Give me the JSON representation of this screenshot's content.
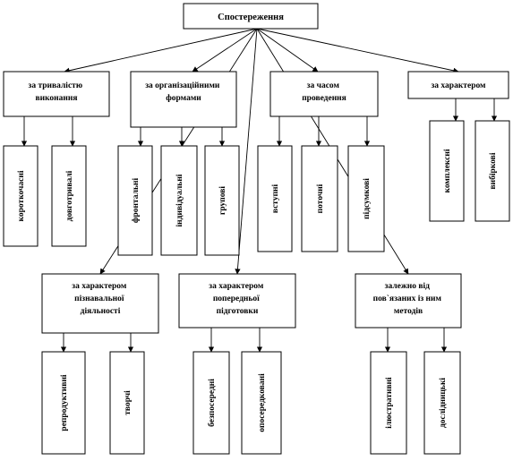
{
  "root": {
    "label": "Спостереження"
  },
  "categories": [
    {
      "id": "duration",
      "lines": [
        "за тривалістю",
        "виконання"
      ]
    },
    {
      "id": "org",
      "lines": [
        "за організаційними",
        "формами"
      ]
    },
    {
      "id": "time",
      "lines": [
        "за часом",
        "проведення"
      ]
    },
    {
      "id": "character",
      "lines": [
        "за характером"
      ]
    },
    {
      "id": "cognitive",
      "lines": [
        "за характером",
        "пізнавальної",
        "діяльності"
      ]
    },
    {
      "id": "mediation",
      "lines": [
        "за характером",
        "попередньої",
        "підготовки"
      ]
    },
    {
      "id": "methods",
      "lines": [
        "залежно від",
        "пов`язаних із ним",
        "методів"
      ]
    }
  ],
  "leaves": [
    {
      "id": "short",
      "label": "короткочасні"
    },
    {
      "id": "long",
      "label": "довготривалі"
    },
    {
      "id": "frontal",
      "label": "фронтальні"
    },
    {
      "id": "individual",
      "label": "індивідуальні"
    },
    {
      "id": "group",
      "label": "групові"
    },
    {
      "id": "introductory",
      "label": "вступні"
    },
    {
      "id": "current",
      "label": "поточні"
    },
    {
      "id": "final",
      "label": "підсумкові"
    },
    {
      "id": "complex",
      "label": "комплексні"
    },
    {
      "id": "selective",
      "label": "вибіркові"
    },
    {
      "id": "reproductive",
      "label": "репродуктивні"
    },
    {
      "id": "creative",
      "label": "творчі"
    },
    {
      "id": "direct",
      "label": "безпосередні"
    },
    {
      "id": "mediated",
      "label": "опосередковані"
    },
    {
      "id": "illustrative",
      "label": "ілюстративні"
    },
    {
      "id": "research",
      "label": "дослідницькі"
    }
  ]
}
